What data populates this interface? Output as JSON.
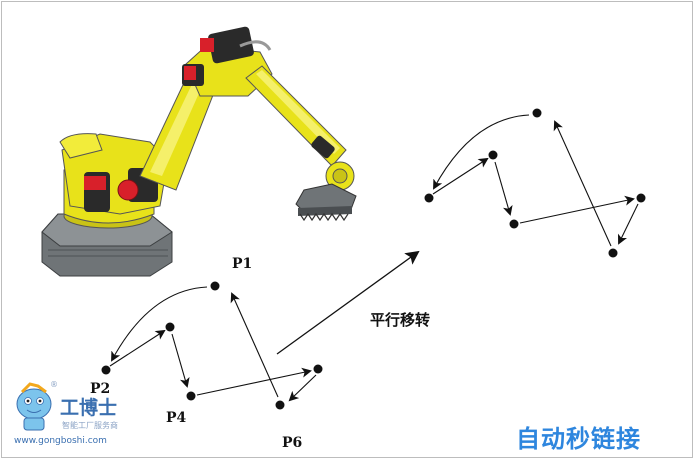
{
  "labels": {
    "p1": "P1",
    "p2": "P2",
    "p4": "P4",
    "p6": "P6",
    "translation": "平行移转"
  },
  "watermark": {
    "logo_text": "工博士",
    "logo_subtitle": "智能工厂服务商",
    "url": "www.gongboshi.com",
    "registered_mark": "®",
    "brand": "自动秒链接"
  },
  "colors": {
    "robot_yellow": "#e8e21a",
    "robot_gray": "#6f7477",
    "robot_red": "#d8202a",
    "ink": "#111111",
    "brand_blue": "#2e86de"
  },
  "icons": [
    "robot-arm-illustration",
    "mascot-icon"
  ]
}
